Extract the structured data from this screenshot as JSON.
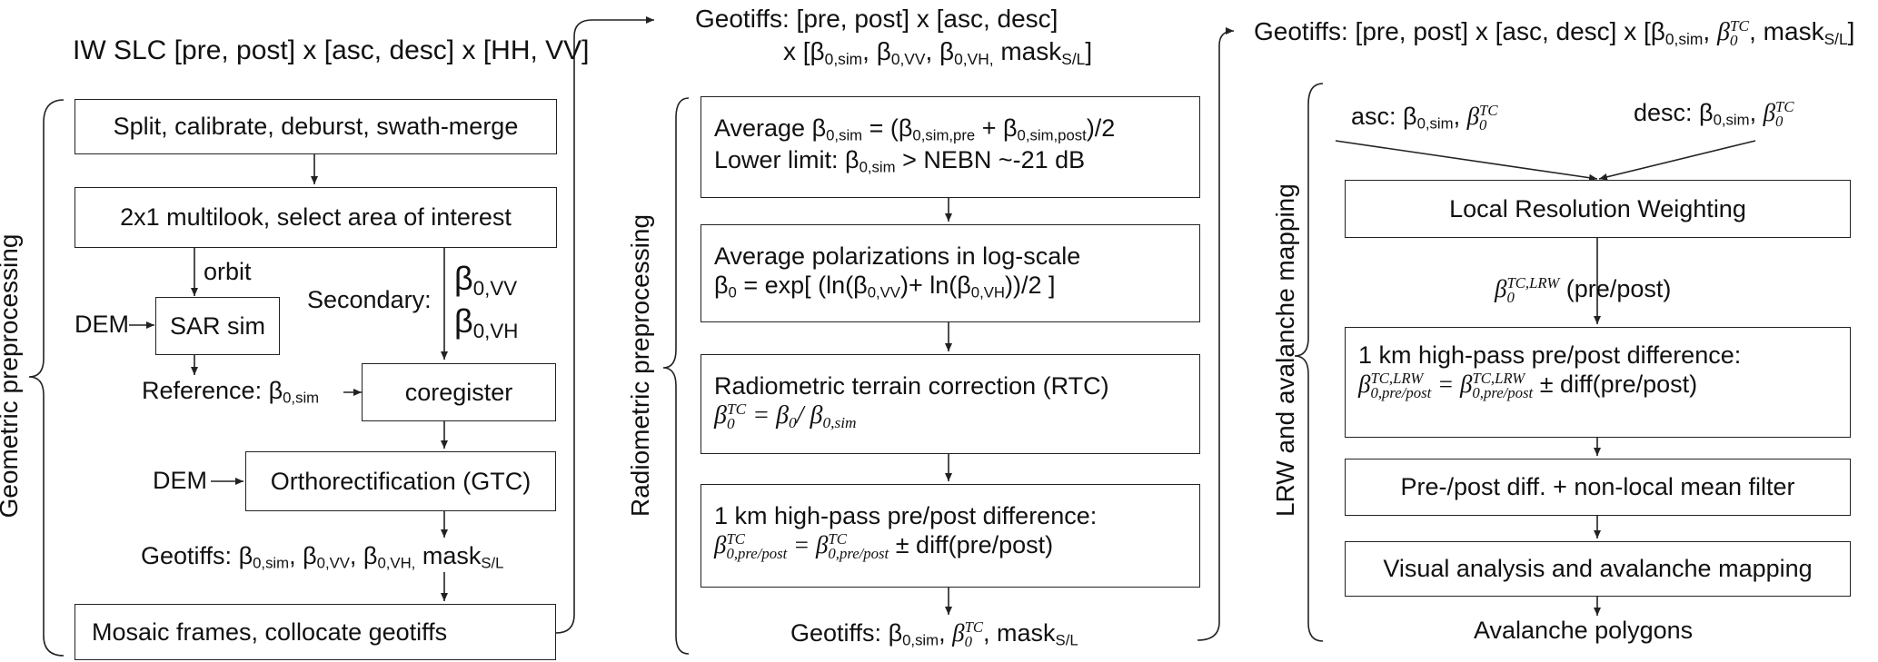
{
  "column1": {
    "input": "IW SLC [pre, post] x [asc, desc] x [HH, VV]",
    "section_label": "Geometric preprocessing",
    "split": "Split, calibrate, deburst, swath-merge",
    "multilook": "2x1 multilook, select area of interest",
    "orbit": "orbit",
    "dem1": "DEM",
    "sar_sim": "SAR sim",
    "secondary": "Secondary:",
    "reference": "Reference:",
    "coregister": "coregister",
    "dem2": "DEM",
    "ortho": "Orthorectification (GTC)",
    "geotiffs": "Geotiffs:",
    "mosaic": "Mosaic frames, collocate geotiffs"
  },
  "column2": {
    "geotiffs_line1": "Geotiffs: [pre, post] x [asc, desc]",
    "section_label": "Radiometric preprocessing",
    "average_label": "Average",
    "lower_limit": "Lower limit:",
    "nebn": "> NEBN ~-21 dB",
    "avg_pol": "Average polarizations in log-scale",
    "rtc": "Radiometric terrain correction (RTC)",
    "highpass": "1 km high-pass pre/post difference:",
    "diff": "diff(pre/post)",
    "geotiffs": "Geotiffs:"
  },
  "column3": {
    "geotiffs": "Geotiffs: [pre, post] x [asc, desc] x",
    "section_label": "LRW and avalanche mapping",
    "asc": "asc:",
    "desc": "desc:",
    "lrw": "Local Resolution Weighting",
    "prepost": "(pre/post)",
    "highpass": "1 km high-pass pre/post difference:",
    "diff": "diff(pre/post)",
    "nlm": "Pre-/post diff. + non-local mean filter",
    "visual": "Visual analysis and avalanche mapping",
    "output": "Avalanche polygons"
  }
}
